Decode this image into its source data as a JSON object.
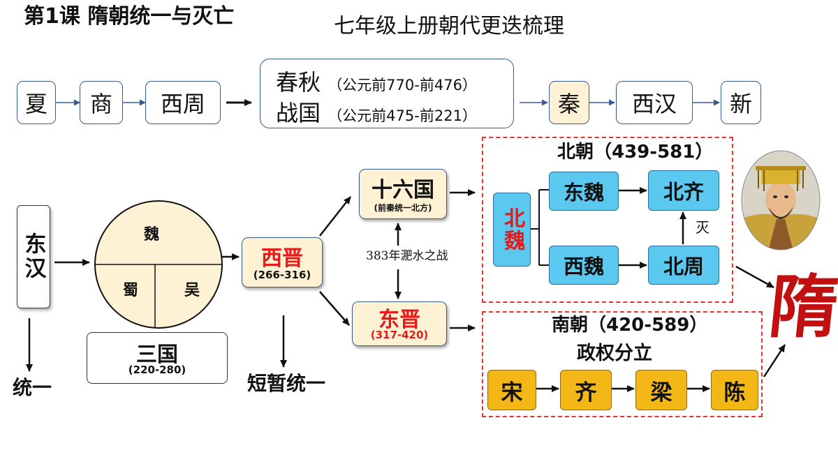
{
  "lesson_title": "第1课  隋朝统一与灭亡",
  "subtitle": "七年级上册朝代更迭梳理",
  "chain": {
    "xia": "夏",
    "shang": "商",
    "xizhou": "西周",
    "chunqiu": "春秋",
    "chunqiu_years": "（公元前770-前476）",
    "zhanguo": "战国",
    "zhanguo_years": "（公元前475-前221）",
    "qin": "秦",
    "xihan": "西汉",
    "xin": "新"
  },
  "donghan": "东汉",
  "tongyi": "统一",
  "sanguo": {
    "wei": "魏",
    "shu": "蜀",
    "wu": "吴",
    "label": "三国",
    "years": "(220-280)"
  },
  "xijin": {
    "label": "西晋",
    "years": "(266-316)",
    "note": "短暂统一"
  },
  "shiliuguo": {
    "label": "十六国",
    "sub": "(前秦统一北方)"
  },
  "battle": "383年淝水之战",
  "dongjin": {
    "label": "东晋",
    "years": "(317-420)"
  },
  "beichao": {
    "title": "北朝（439-581）",
    "beiwei": "北魏",
    "dongwei": "东魏",
    "beiqi": "北齐",
    "xiwei": "西魏",
    "beizhou": "北周",
    "mie": "灭"
  },
  "nanchao": {
    "title": "南朝（420-589）",
    "note": "政权分立",
    "song": "宋",
    "qi": "齐",
    "liang": "梁",
    "chen": "陈"
  },
  "sui": "隋",
  "portrait": "emperor-portrait",
  "colors": {
    "cream": "#fdf2d4",
    "blue": "#5bc8ef",
    "gold": "#f3b716",
    "red": "#e61a1a",
    "qin_fill": "#fdf2d4"
  }
}
